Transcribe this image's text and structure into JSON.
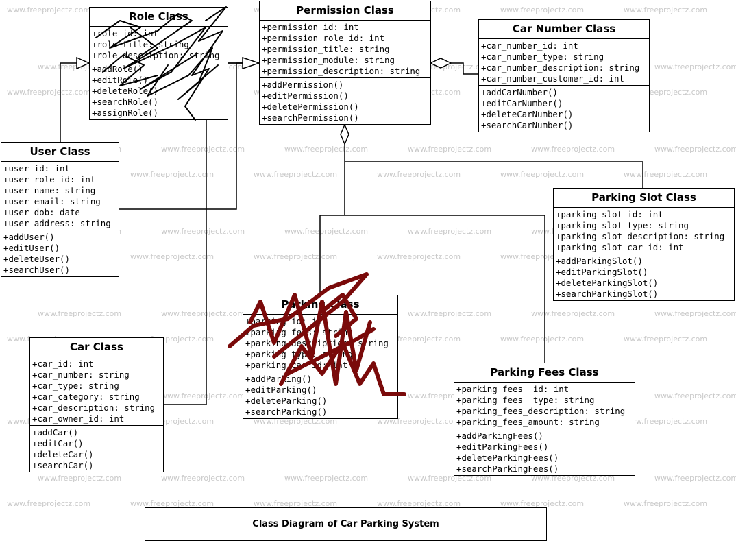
{
  "watermark": "www.freeprojectz.com",
  "caption": "Class Diagram of Car Parking System",
  "classes": {
    "role": {
      "name": "Role Class",
      "attributes": [
        "+role_id: int",
        "+role_title: string",
        "+role_description: string"
      ],
      "operations": [
        "+addRole()",
        "+editRole()",
        "+deleteRole()",
        "+searchRole()",
        "+assignRole()"
      ]
    },
    "permission": {
      "name": "Permission Class",
      "attributes": [
        "+permission_id: int",
        "+permission_role_id: int",
        "+permission_title: string",
        "+permission_module: string",
        "+permission_description: string"
      ],
      "operations": [
        "+addPermission()",
        "+editPermission()",
        "+deletePermission()",
        "+searchPermission()"
      ]
    },
    "car_number": {
      "name": "Car Number Class",
      "attributes": [
        "+car_number_id: int",
        "+car_number_type: string",
        "+car_number_description: string",
        "+car_number_customer_id: int"
      ],
      "operations": [
        "+addCarNumber()",
        "+editCarNumber()",
        "+deleteCarNumber()",
        "+searchCarNumber()"
      ]
    },
    "user": {
      "name": "User Class",
      "attributes": [
        "+user_id: int",
        "+user_role_id: int",
        "+user_name: string",
        "+user_email: string",
        "+user_dob: date",
        "+user_address: string"
      ],
      "operations": [
        "+addUser()",
        "+editUser()",
        "+deleteUser()",
        "+searchUser()"
      ]
    },
    "parking_slot": {
      "name": "Parking Slot Class",
      "attributes": [
        "+parking_slot_id: int",
        "+parking_slot_type: string",
        "+parking_slot_description: string",
        "+parking_slot_car_id: int"
      ],
      "operations": [
        "+addParkingSlot()",
        "+editParkingSlot()",
        "+deleteParkingSlot()",
        "+searchParkingSlot()"
      ]
    },
    "parking": {
      "name": "Parking Class",
      "attributes": [
        "+parking_id: int",
        "+parking_fees: string",
        "+parking_description: string",
        "+parking_type: string",
        "+parking_car_id: int"
      ],
      "operations": [
        "+addParking()",
        "+editParking()",
        "+deleteParking()",
        "+searchParking()"
      ]
    },
    "car": {
      "name": "Car Class",
      "attributes": [
        "+car_id: int",
        "+car_number: string",
        "+car_type: string",
        "+car_category: string",
        "+car_description: string",
        "+car_owner_id: int"
      ],
      "operations": [
        "+addCar()",
        "+editCar()",
        "+deleteCar()",
        "+searchCar()"
      ]
    },
    "parking_fees": {
      "name": "Parking Fees Class",
      "attributes": [
        "+parking_fees _id: int",
        "+parking_fees _type: string",
        "+parking_fees_description: string",
        "+parking_fees_amount: string"
      ],
      "operations": [
        "+addParkingFees()",
        "+editParkingFees()",
        "+deleteParkingFees()",
        "+searchParkingFees()"
      ]
    }
  },
  "colors": {
    "line": "#000000",
    "scribble_black": "#000000",
    "scribble_red": "#7a0a0a",
    "watermark": "#c9c9c9"
  }
}
